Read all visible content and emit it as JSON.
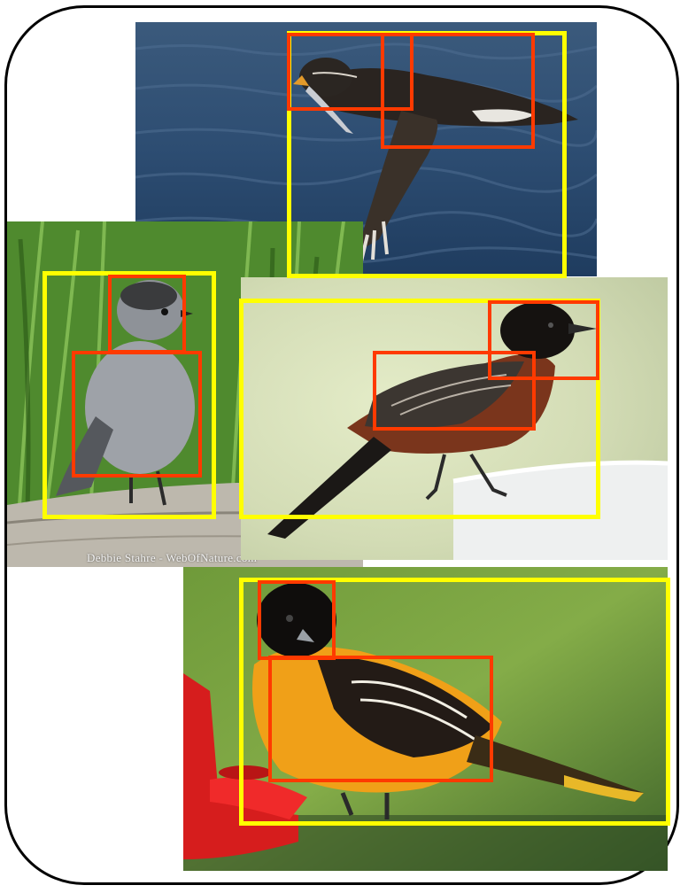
{
  "figure": {
    "title": "",
    "colors": {
      "frame_border": "#000000",
      "part_box": "#ff3a00",
      "object_box": "#ffff00"
    },
    "panels": [
      {
        "subject": "seabird in flight over water carrying a fish",
        "background": "blue water",
        "annotations": {
          "object_boxes": 1,
          "part_boxes": 2
        }
      },
      {
        "subject": "gray catbird perched on a log",
        "background": "green grass",
        "watermark": "Debbie Stahre - WebOfNature.com",
        "annotations": {
          "object_boxes": 1,
          "part_boxes": 2
        }
      },
      {
        "subject": "orchard oriole perched on a white feeder rim",
        "background": "pale blurred foliage",
        "annotations": {
          "object_boxes": 1,
          "part_boxes": 2
        }
      },
      {
        "subject": "baltimore oriole perched on a red feeder",
        "background": "green blurred foliage",
        "annotations": {
          "object_boxes": 1,
          "part_boxes": 2
        }
      }
    ]
  }
}
